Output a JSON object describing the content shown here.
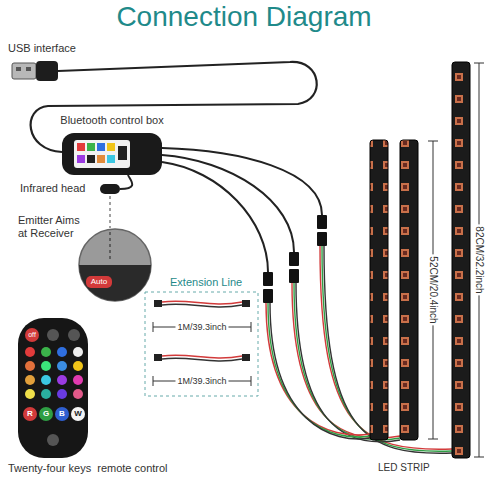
{
  "diagram": {
    "title": "Connection Diagram",
    "labels": [
      "USB interface",
      "Bluetooth control box",
      "Infrared head",
      "Emitter Aims at Receiver",
      "Extension Line",
      "1M/39.3inch",
      "1M/39.3inch",
      "52CM/20.4inch",
      "82CM/32.2inch",
      "LED STRIP",
      "Twenty-four keys  remote control",
      "off",
      "R",
      "G",
      "B",
      "W",
      "Auto"
    ]
  }
}
